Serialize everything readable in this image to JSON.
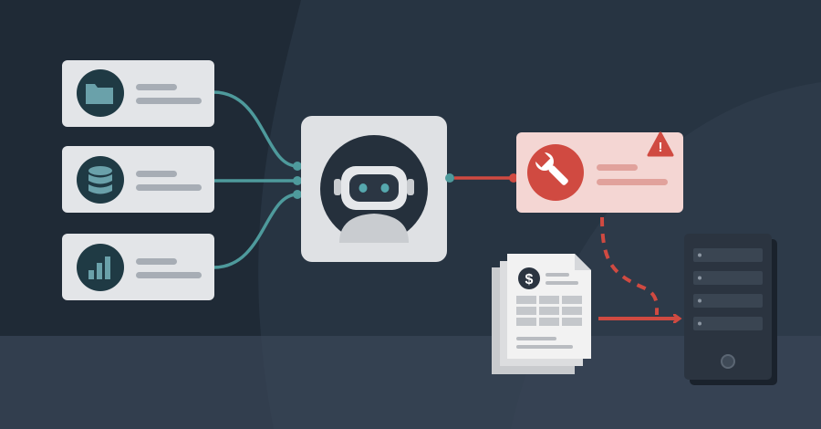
{
  "colors": {
    "background": "#1f2a36",
    "background_band": "#283544",
    "floor": "#3a4657",
    "card": "#e3e5e8",
    "card_placeholder": "#a7adb5",
    "icon_circle": "#1f3a44",
    "icon_glyph": "#6aa1aa",
    "connector": "#4e9a9c",
    "agent_panel": "#dfe1e4",
    "agent_circle": "#25303c",
    "robot_face": "#2b3643",
    "robot_eyes": "#56a8ae",
    "error_panel": "#f4d6d3",
    "error_accent": "#d04a41",
    "error_placeholder": "#e1a29c",
    "document": "#f2f2f2",
    "document_shadow": "#c9cbce",
    "server": "#2b3440",
    "server_bay": "#3a4552"
  },
  "diagram": {
    "source_cards": [
      {
        "icon": "folder-icon"
      },
      {
        "icon": "database-icon"
      },
      {
        "icon": "bar-chart-icon"
      }
    ],
    "agent": {
      "icon": "robot-icon"
    },
    "tool_call": {
      "icon": "wrench-icon",
      "status_icon": "warning-icon",
      "status_glyph": "!"
    },
    "invoice": {
      "icon": "dollar-icon",
      "glyph": "$"
    },
    "server": {
      "icon": "server-icon",
      "bays": 4
    },
    "flows": [
      "sources-to-agent",
      "agent-to-tool",
      "tool-to-server-failed",
      "invoice-to-server"
    ]
  }
}
